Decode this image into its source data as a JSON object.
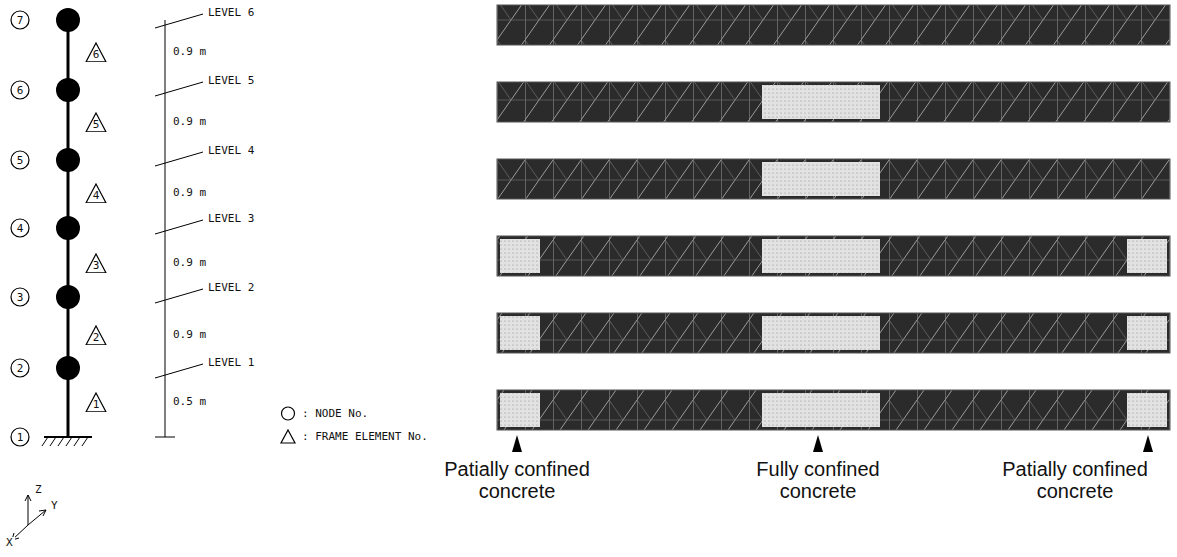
{
  "diagram": {
    "nodes": [
      {
        "text": [
          "7"
        ]
      },
      {
        "text": [
          "6"
        ]
      },
      {
        "text": [
          "6"
        ]
      },
      {
        "text": [
          "5"
        ]
      },
      {
        "text": [
          "5"
        ]
      },
      {
        "text": [
          "4"
        ]
      },
      {
        "text": [
          "4"
        ]
      },
      {
        "text": [
          "3"
        ]
      },
      {
        "text": [
          "3"
        ]
      },
      {
        "text": [
          "2"
        ]
      },
      {
        "text": [
          "2"
        ]
      },
      {
        "text": [
          "1"
        ]
      },
      {
        "text": [
          "1"
        ]
      }
    ],
    "labels": [
      "LEVEL 6",
      "0.9 m",
      "LEVEL 5",
      "0.9 m",
      "LEVEL 4",
      "0.9 m",
      "LEVEL 3",
      "0.9 m",
      "LEVEL 2",
      "0.9 m",
      "LEVEL 1",
      "0.5 m",
      "Y",
      "Z",
      "X",
      "Patially confined concrete",
      "Fully confined concrete",
      "Patially confined concrete"
    ],
    "legend": [
      {
        "text": ": NODE No."
      },
      {
        "text": ": FRAME ELEMENT No."
      }
    ]
  }
}
